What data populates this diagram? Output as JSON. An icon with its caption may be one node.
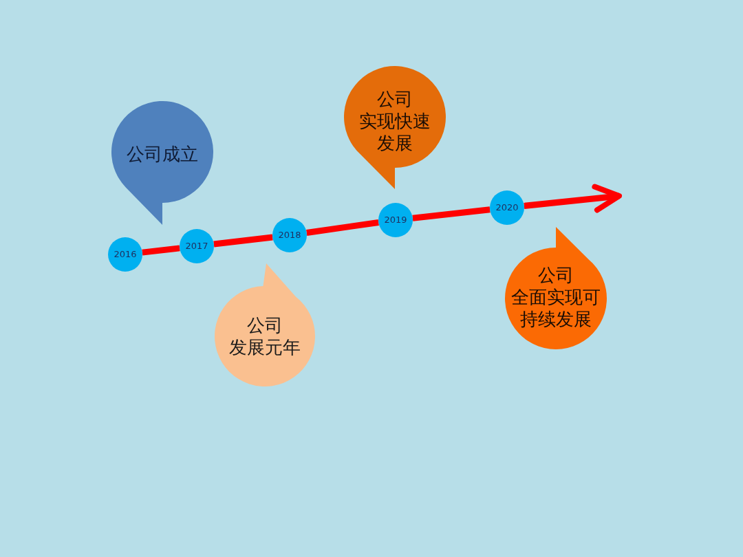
{
  "diagram": {
    "nodes": [
      {
        "text": [
          "2016"
        ]
      },
      {
        "text": [
          "2017"
        ]
      },
      {
        "text": [
          "2018"
        ]
      },
      {
        "text": [
          "2019"
        ]
      },
      {
        "text": [
          "2020"
        ]
      },
      {
        "text": [
          "公司成立"
        ]
      },
      {
        "text": [
          "公司发展元年"
        ]
      },
      {
        "text": [
          "公司实现快速发展"
        ]
      },
      {
        "text": [
          "公司全面实现可持续发展"
        ]
      }
    ],
    "edges": [
      {
        "from": 0,
        "to": 1,
        "arrow": "none"
      },
      {
        "from": 1,
        "to": 2,
        "arrow": "none"
      },
      {
        "from": 2,
        "to": 3,
        "arrow": "none"
      },
      {
        "from": 3,
        "to": 4,
        "arrow": "none"
      },
      {
        "from": 4,
        "to": null,
        "arrow": "to"
      }
    ]
  }
}
